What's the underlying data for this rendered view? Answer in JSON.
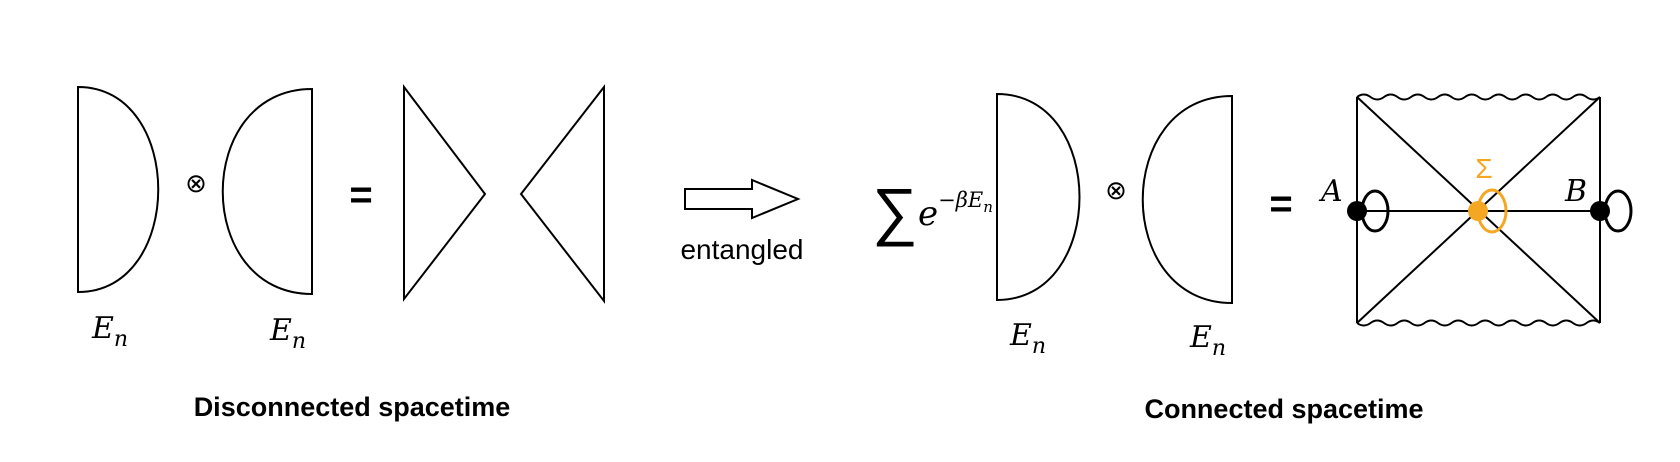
{
  "left": {
    "label_left": "E",
    "label_left_sub": "n",
    "label_right": "E",
    "label_right_sub": "n",
    "tensor": "⊗",
    "equals": "=",
    "caption": "Disconnected spacetime"
  },
  "arrow": {
    "label": "entangled"
  },
  "right": {
    "sum": "∑",
    "exp_base": "e",
    "exp_power": "−βE",
    "exp_power_sub": "n",
    "label_left": "E",
    "label_left_sub": "n",
    "label_right": "E",
    "label_right_sub": "n",
    "tensor": "⊗",
    "equals": "=",
    "point_a": "A",
    "point_b": "B",
    "sigma": "Σ",
    "caption": "Connected spacetime"
  },
  "colors": {
    "stroke": "#000000",
    "highlight": "#F5A623"
  }
}
